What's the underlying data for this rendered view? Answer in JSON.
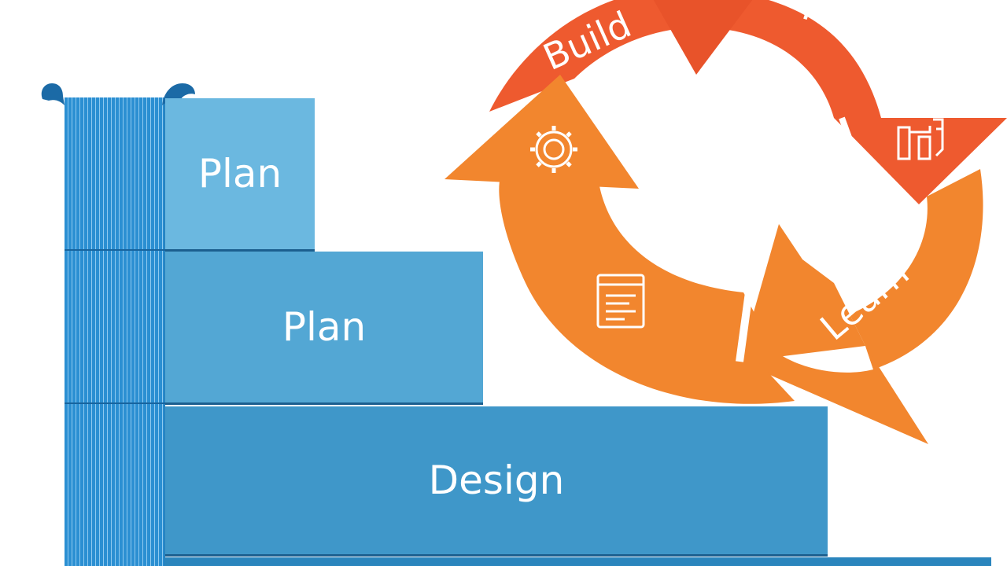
{
  "waterfall": {
    "steps": [
      {
        "label": "Plan"
      },
      {
        "label": "Plan"
      },
      {
        "label": "Design"
      }
    ]
  },
  "agile_cycle": {
    "labels": {
      "build": "Build",
      "test": "Test",
      "learn": "Learn"
    },
    "icons": [
      "gear-icon",
      "document-icon",
      "tools-icon"
    ]
  },
  "colors": {
    "step_light": "#6bb8e0",
    "step_mid": "#53a7d4",
    "step_dark": "#3f97c9",
    "column_blue": "#2b8fd2",
    "arrow_red": "#ee5a2f",
    "arrow_orange": "#f2862e"
  }
}
